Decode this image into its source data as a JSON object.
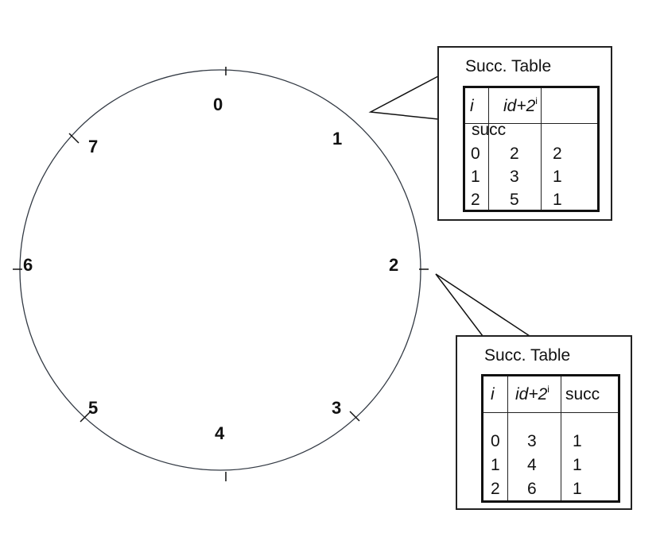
{
  "ring": {
    "nodes": [
      "0",
      "1",
      "2",
      "3",
      "4",
      "5",
      "6",
      "7"
    ]
  },
  "table_node_1": {
    "title": "Succ. Table",
    "headers": {
      "i": "i",
      "id": "id+2",
      "id_sup": "i",
      "succ": "succ"
    },
    "rows": [
      {
        "i": "0",
        "target": "2",
        "succ": "2"
      },
      {
        "i": "1",
        "target": "3",
        "succ": "1"
      },
      {
        "i": "2",
        "target": "5",
        "succ": "1"
      }
    ]
  },
  "table_node_2": {
    "title": "Succ. Table",
    "headers": {
      "i": "i",
      "id": "id+2",
      "id_sup": "i",
      "succ": "succ"
    },
    "rows": [
      {
        "i": "0",
        "target": "3",
        "succ": "1"
      },
      {
        "i": "1",
        "target": "4",
        "succ": "1"
      },
      {
        "i": "2",
        "target": "6",
        "succ": "1"
      }
    ]
  },
  "colors": {
    "ring": "#333a44",
    "ink": "#111111"
  }
}
